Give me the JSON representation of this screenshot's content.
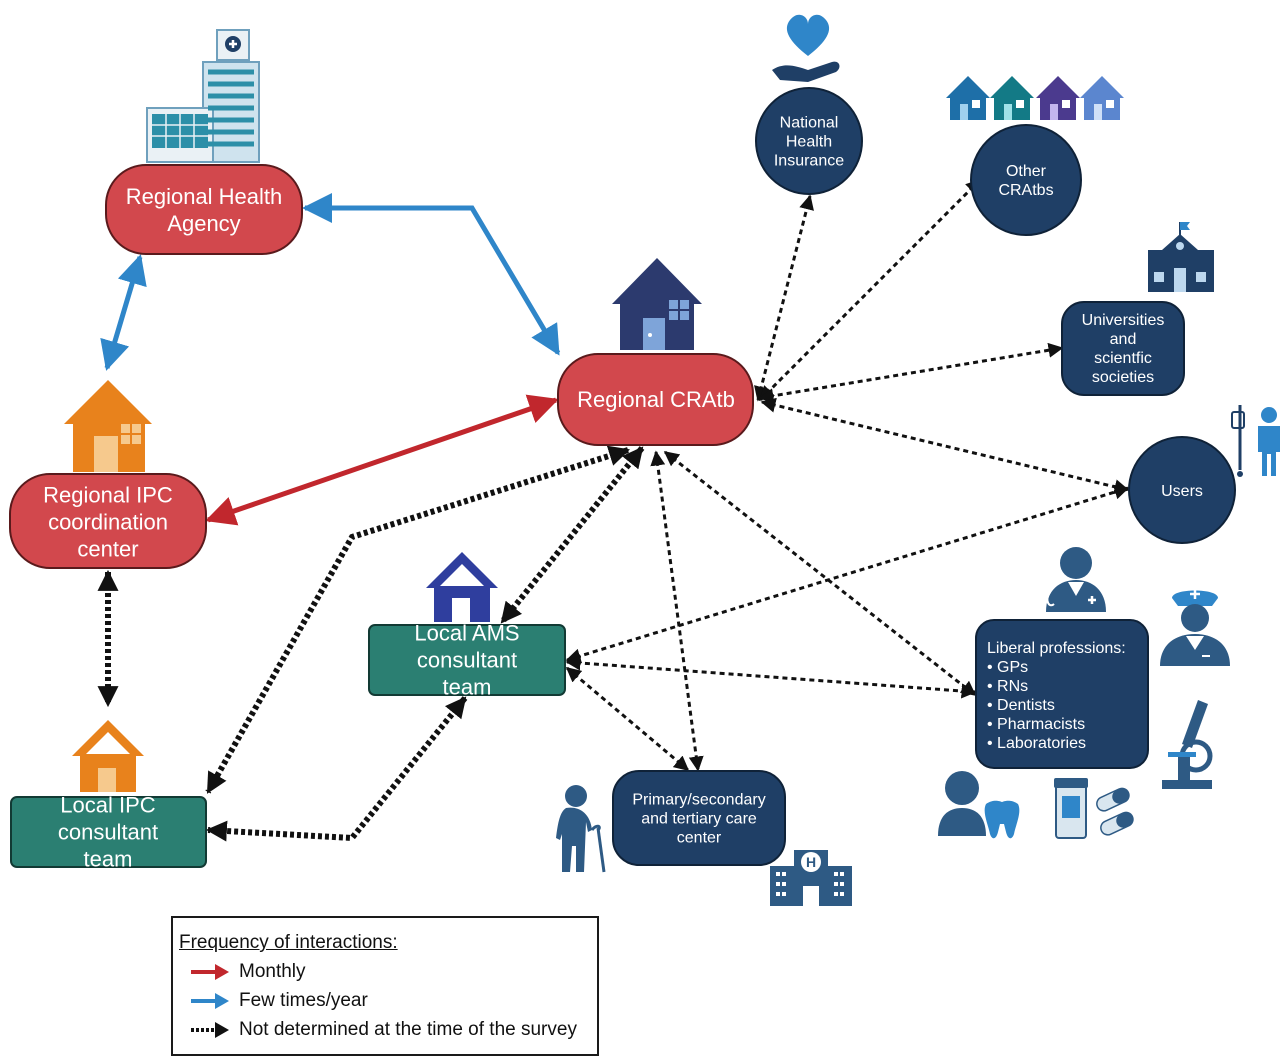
{
  "colors": {
    "red": "#c1272d",
    "blue": "#2f86c9",
    "black": "#111111",
    "red_node": "#d2484d",
    "teal_node": "#2b7f72",
    "navy_node": "#1f3f66",
    "orange_house": "#e8821c",
    "navy_house": "#2c3a6e",
    "blue_house": "#2f3e9e"
  },
  "nodes": {
    "rha": "Regional Health Agency",
    "cratb": "Regional CRAtb",
    "ipc_center": "Regional IPC coordination center",
    "ams_team": "Local AMS consultant team",
    "ipc_team": "Local IPC consultant team",
    "nhi": "National Health Insurance",
    "other_cratbs": "Other CRAtbs",
    "universities": "Universities and scientfic societies",
    "users": "Users",
    "liberal_title": "Liberal professions:",
    "liberal_items": [
      "GPs",
      "RNs",
      "Dentists",
      "Pharmacists",
      "Laboratories"
    ],
    "primary_care": "Primary/secondary and tertiary care center"
  },
  "legend": {
    "title": "Frequency of interactions:",
    "monthly": "Monthly",
    "few_times": "Few times/year",
    "not_determined": "Not determined at the time of the survey"
  },
  "icons": [
    "hospital-building-icon",
    "house-icon",
    "heart-in-hand-icon",
    "houses-row-icon",
    "school-icon",
    "patient-iv-icon",
    "doctor-icon",
    "nurse-icon",
    "microscope-icon",
    "dentist-icon",
    "pills-icon",
    "elderly-person-icon",
    "hospital-icon"
  ]
}
